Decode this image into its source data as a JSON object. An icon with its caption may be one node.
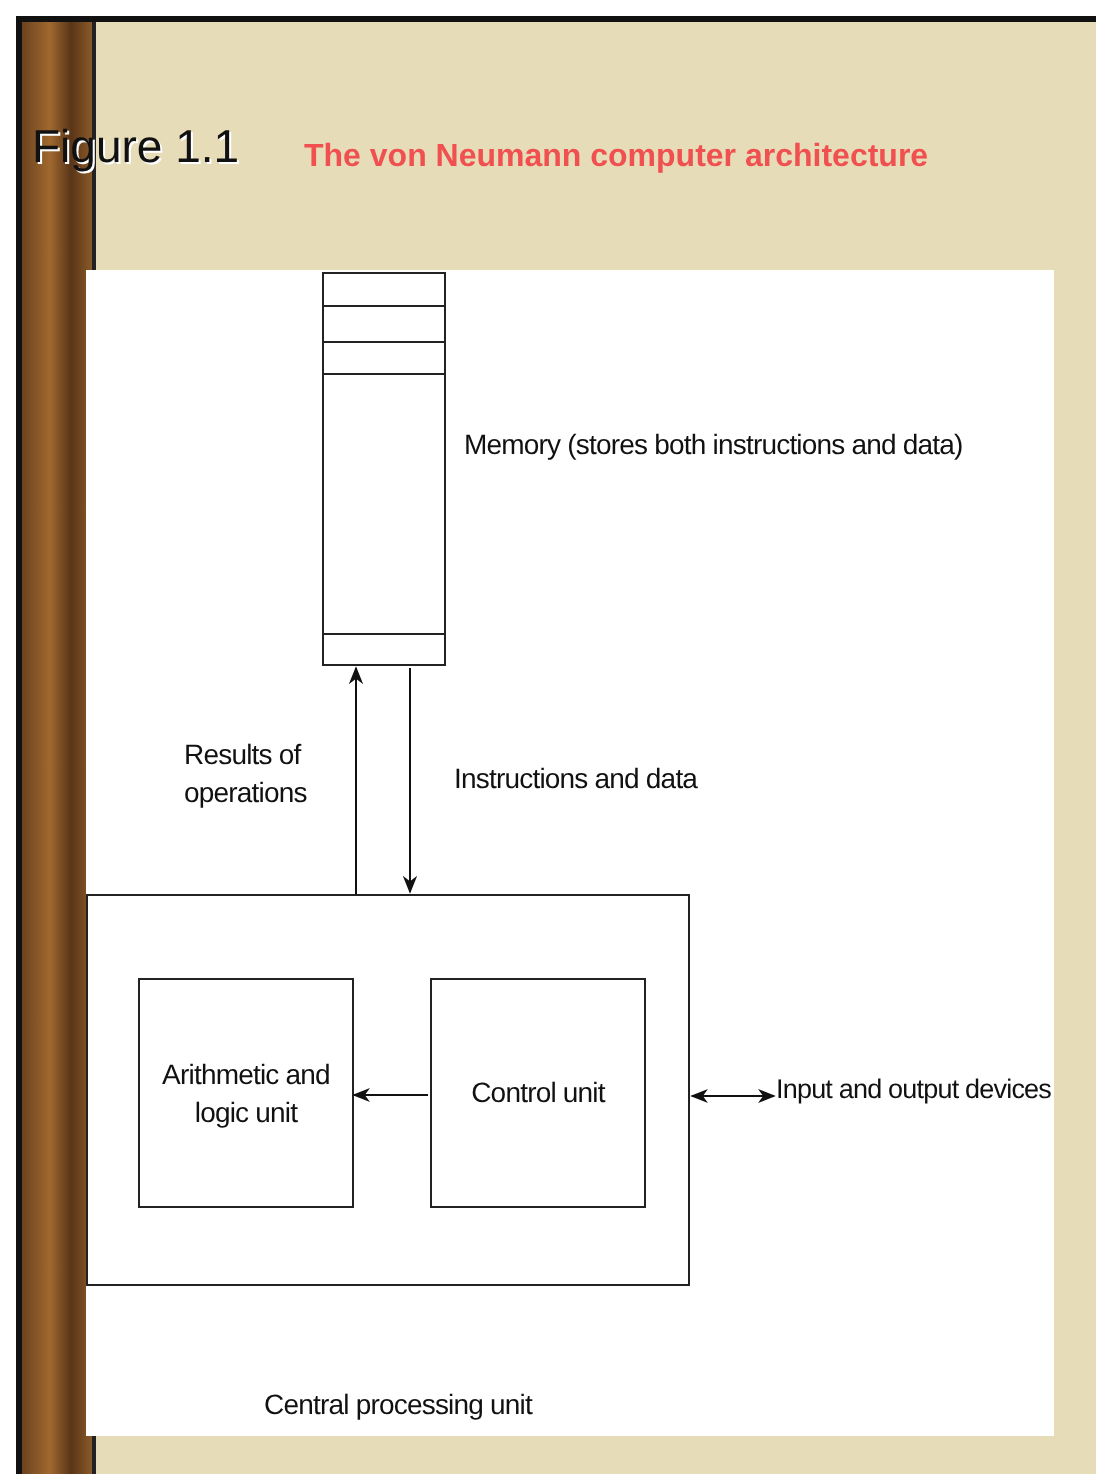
{
  "diagram": {
    "title": "The von Neumann computer architecture",
    "nodes": [
      {
        "text": [],
        "shape": "box",
        "beside": [
          "Memory (stores both instructions and data)"
        ]
      },
      {
        "text": [
          "Central processing unit"
        ]
      },
      {
        "text": [
          "Arithmetic and logic unit"
        ],
        "in": 1
      },
      {
        "text": [
          "Control unit"
        ],
        "in": 1
      },
      {
        "text": [
          "Input and output devices"
        ]
      }
    ],
    "edges": [
      {
        "from": 1,
        "to": 0,
        "arrow": "to",
        "label": "Results of operations"
      },
      {
        "from": 0,
        "to": 1,
        "arrow": "to",
        "label": "Instructions and data"
      },
      {
        "from": 3,
        "to": 2,
        "arrow": "to"
      },
      {
        "from": 1,
        "to": 4,
        "arrow": "both"
      }
    ],
    "labels": [
      "Figure 1.1"
    ]
  }
}
